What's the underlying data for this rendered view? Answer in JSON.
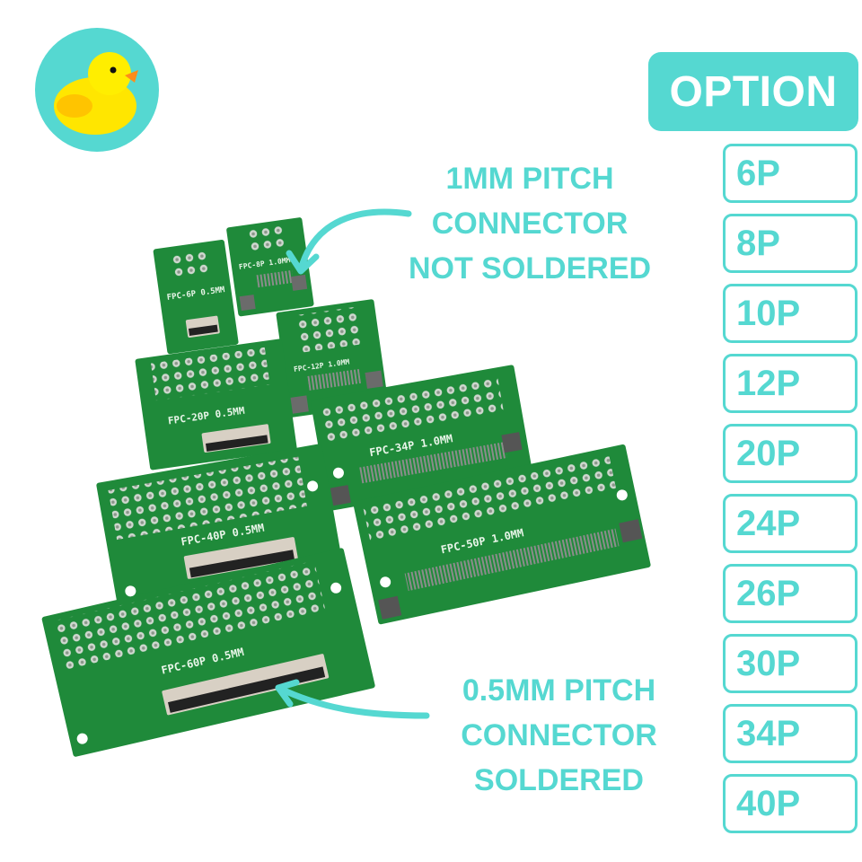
{
  "logo": {
    "icon": "rubber-duck-icon",
    "bg_color": "#55d8d1"
  },
  "options": {
    "header": "OPTION",
    "items": [
      {
        "label": "6P"
      },
      {
        "label": "8P"
      },
      {
        "label": "10P"
      },
      {
        "label": "12P"
      },
      {
        "label": "20P"
      },
      {
        "label": "24P"
      },
      {
        "label": "26P"
      },
      {
        "label": "30P"
      },
      {
        "label": "34P"
      },
      {
        "label": "40P"
      }
    ]
  },
  "callouts": {
    "top": {
      "line1": "1MM PITCH",
      "line2": "CONNECTOR",
      "line3": "NOT SOLDERED"
    },
    "bottom": {
      "line1": "0.5MM PITCH",
      "line2": "CONNECTOR",
      "line3": "SOLDERED"
    }
  },
  "boards": [
    {
      "label": "FPC-6P 0.5MM"
    },
    {
      "label": "FPC-8P 1.0MM"
    },
    {
      "label": "FPC-12P 1.0MM"
    },
    {
      "label": "FPC-20P 0.5MM"
    },
    {
      "label": "FPC-34P 1.0MM"
    },
    {
      "label": "FPC-40P 0.5MM"
    },
    {
      "label": "FPC-50P 1.0MM"
    },
    {
      "label": "FPC-60P 0.5MM"
    }
  ],
  "colors": {
    "accent": "#55d8d1",
    "pcb_green": "#1f8a3a",
    "pcb_dark": "#15702c",
    "duck_yellow": "#ffe600",
    "duck_wing": "#ffc400",
    "duck_beak": "#ff8c1a"
  }
}
